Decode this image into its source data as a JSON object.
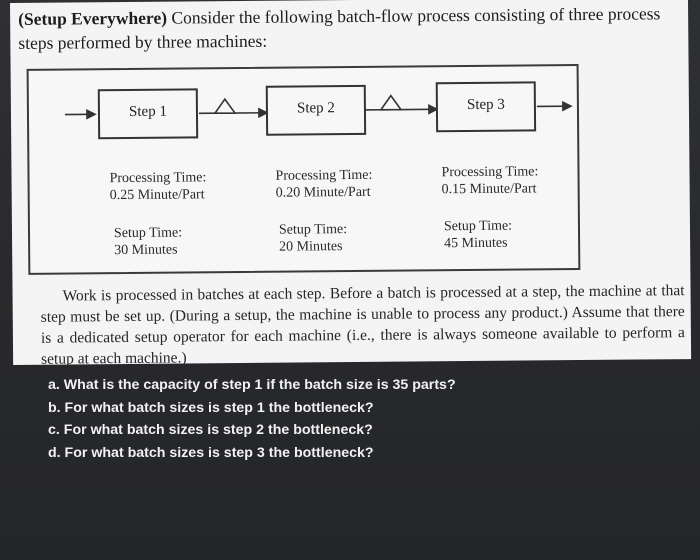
{
  "problem": {
    "title": "(Setup Everywhere)",
    "intro": " Consider the following batch-flow process consisting of three process steps performed by three machines:"
  },
  "diagram": {
    "steps": [
      {
        "label": "Step 1",
        "processing_label": "Processing Time:",
        "processing_value": "0.25 Minute/Part",
        "setup_label": "Setup Time:",
        "setup_value": "30 Minutes"
      },
      {
        "label": "Step 2",
        "processing_label": "Processing Time:",
        "processing_value": "0.20 Minute/Part",
        "setup_label": "Setup Time:",
        "setup_value": "20 Minutes"
      },
      {
        "label": "Step 3",
        "processing_label": "Processing Time:",
        "processing_value": "0.15 Minute/Part",
        "setup_label": "Setup Time:",
        "setup_value": "45 Minutes"
      }
    ]
  },
  "paragraph": "Work is processed in batches at each step. Before a batch is processed at a step, the machine at that step must be set up. (During a setup, the machine is unable to process any product.) Assume that there is a dedicated setup operator for each machine (i.e., there is always someone available to perform a setup at each machine.)",
  "questions": [
    "a. What is the capacity of step 1 if the batch size is 35 parts?",
    "b. For what batch sizes is step 1 the bottleneck?",
    "c. For what batch sizes is step 2 the bottleneck?",
    "d. For what batch sizes is step 3 the bottleneck?"
  ]
}
